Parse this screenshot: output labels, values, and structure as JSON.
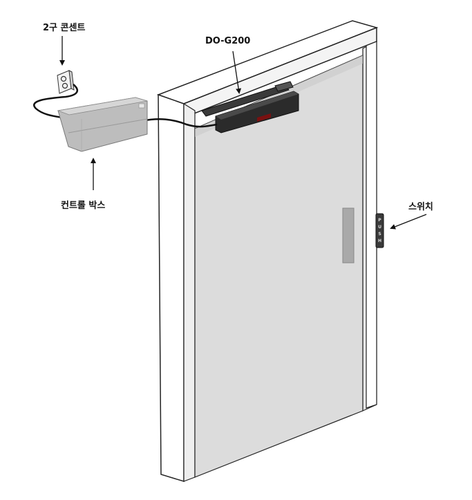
{
  "labels": {
    "outlet": "2구 콘센트",
    "closer": "DO-G200",
    "control_box": "컨트롤 박스",
    "switch": "스위치"
  },
  "switch_text": "PUSH",
  "colors": {
    "frame": "#ffffff",
    "outline": "#222222",
    "door_panel": "#dcdcdc",
    "door_shadow": "#c9c9c9",
    "handle": "#a9a9a9",
    "closer_body": "#2b2b2b",
    "control_box": "#bdbdbd",
    "cable": "#111111"
  }
}
